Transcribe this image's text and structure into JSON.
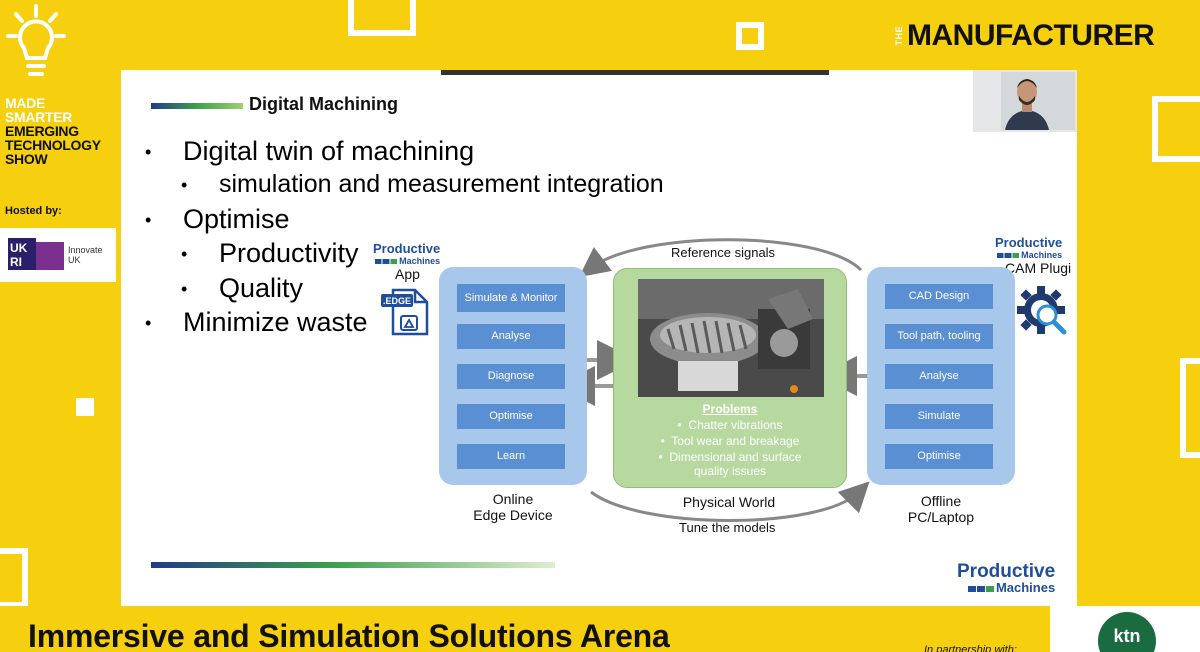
{
  "event": {
    "title_lines_white": [
      "MADE",
      "SMARTER"
    ],
    "title_lines_dark": [
      "EMERGING",
      "TECHNOLOGY",
      "SHOW"
    ],
    "hosted_by": "Hosted by:",
    "host_logo_text": "UK RI",
    "host_name": "Innovate UK"
  },
  "brand": {
    "prefix": "THE",
    "name": "MANUFACTURER"
  },
  "slide": {
    "title": "Digital Machining",
    "bullets": [
      {
        "level": 1,
        "text": "Digital twin of machining"
      },
      {
        "level": 2,
        "text": "simulation and measurement integration"
      },
      {
        "level": 1,
        "text": "Optimise"
      },
      {
        "level": 2,
        "text": "Productivity"
      },
      {
        "level": 2,
        "text": "Quality"
      },
      {
        "level": 1,
        "text": "Minimize waste"
      }
    ],
    "bullet_glyph": "•",
    "app_logo": {
      "name": "Productive",
      "sub": "Machines",
      "label": "App"
    },
    "edge_icon_text": ".EDGE",
    "cam_logo": {
      "name": "Productive",
      "sub": "Machines",
      "label": "CAM Plugi"
    },
    "diagram": {
      "reference_signals": "Reference signals",
      "tune_models": "Tune the models",
      "online_buttons": [
        "Simulate & Monitor",
        "Analyse",
        "Diagnose",
        "Optimise",
        "Learn"
      ],
      "online_caption": [
        "Online",
        "Edge Device"
      ],
      "offline_buttons": [
        "CAD Design",
        "Tool path, tooling",
        "Analyse",
        "Simulate",
        "Optimise"
      ],
      "offline_caption": [
        "Offline",
        "PC/Laptop"
      ],
      "physical_caption": "Physical World",
      "problems_title": "Problems",
      "problems": [
        "Chatter vibrations",
        "Tool wear and breakage",
        "Dimensional and surface",
        "quality issues"
      ]
    },
    "footer_logo": {
      "name": "Productive",
      "sub": "Machines"
    }
  },
  "bottom": {
    "arena": "Immersive and Simulation Solutions Arena",
    "partnership": "In partnership with:",
    "partner_logo": "ktn"
  },
  "colors": {
    "frame_yellow": "#f6cf0f",
    "panel_blue": "#a7c8ea",
    "button_blue": "#5b8fd4",
    "panel_green": "#b7d9a0",
    "brand_blue": "#1f4e9c",
    "brand_green": "#3ca04b",
    "ktn_green": "#1a6b40"
  }
}
